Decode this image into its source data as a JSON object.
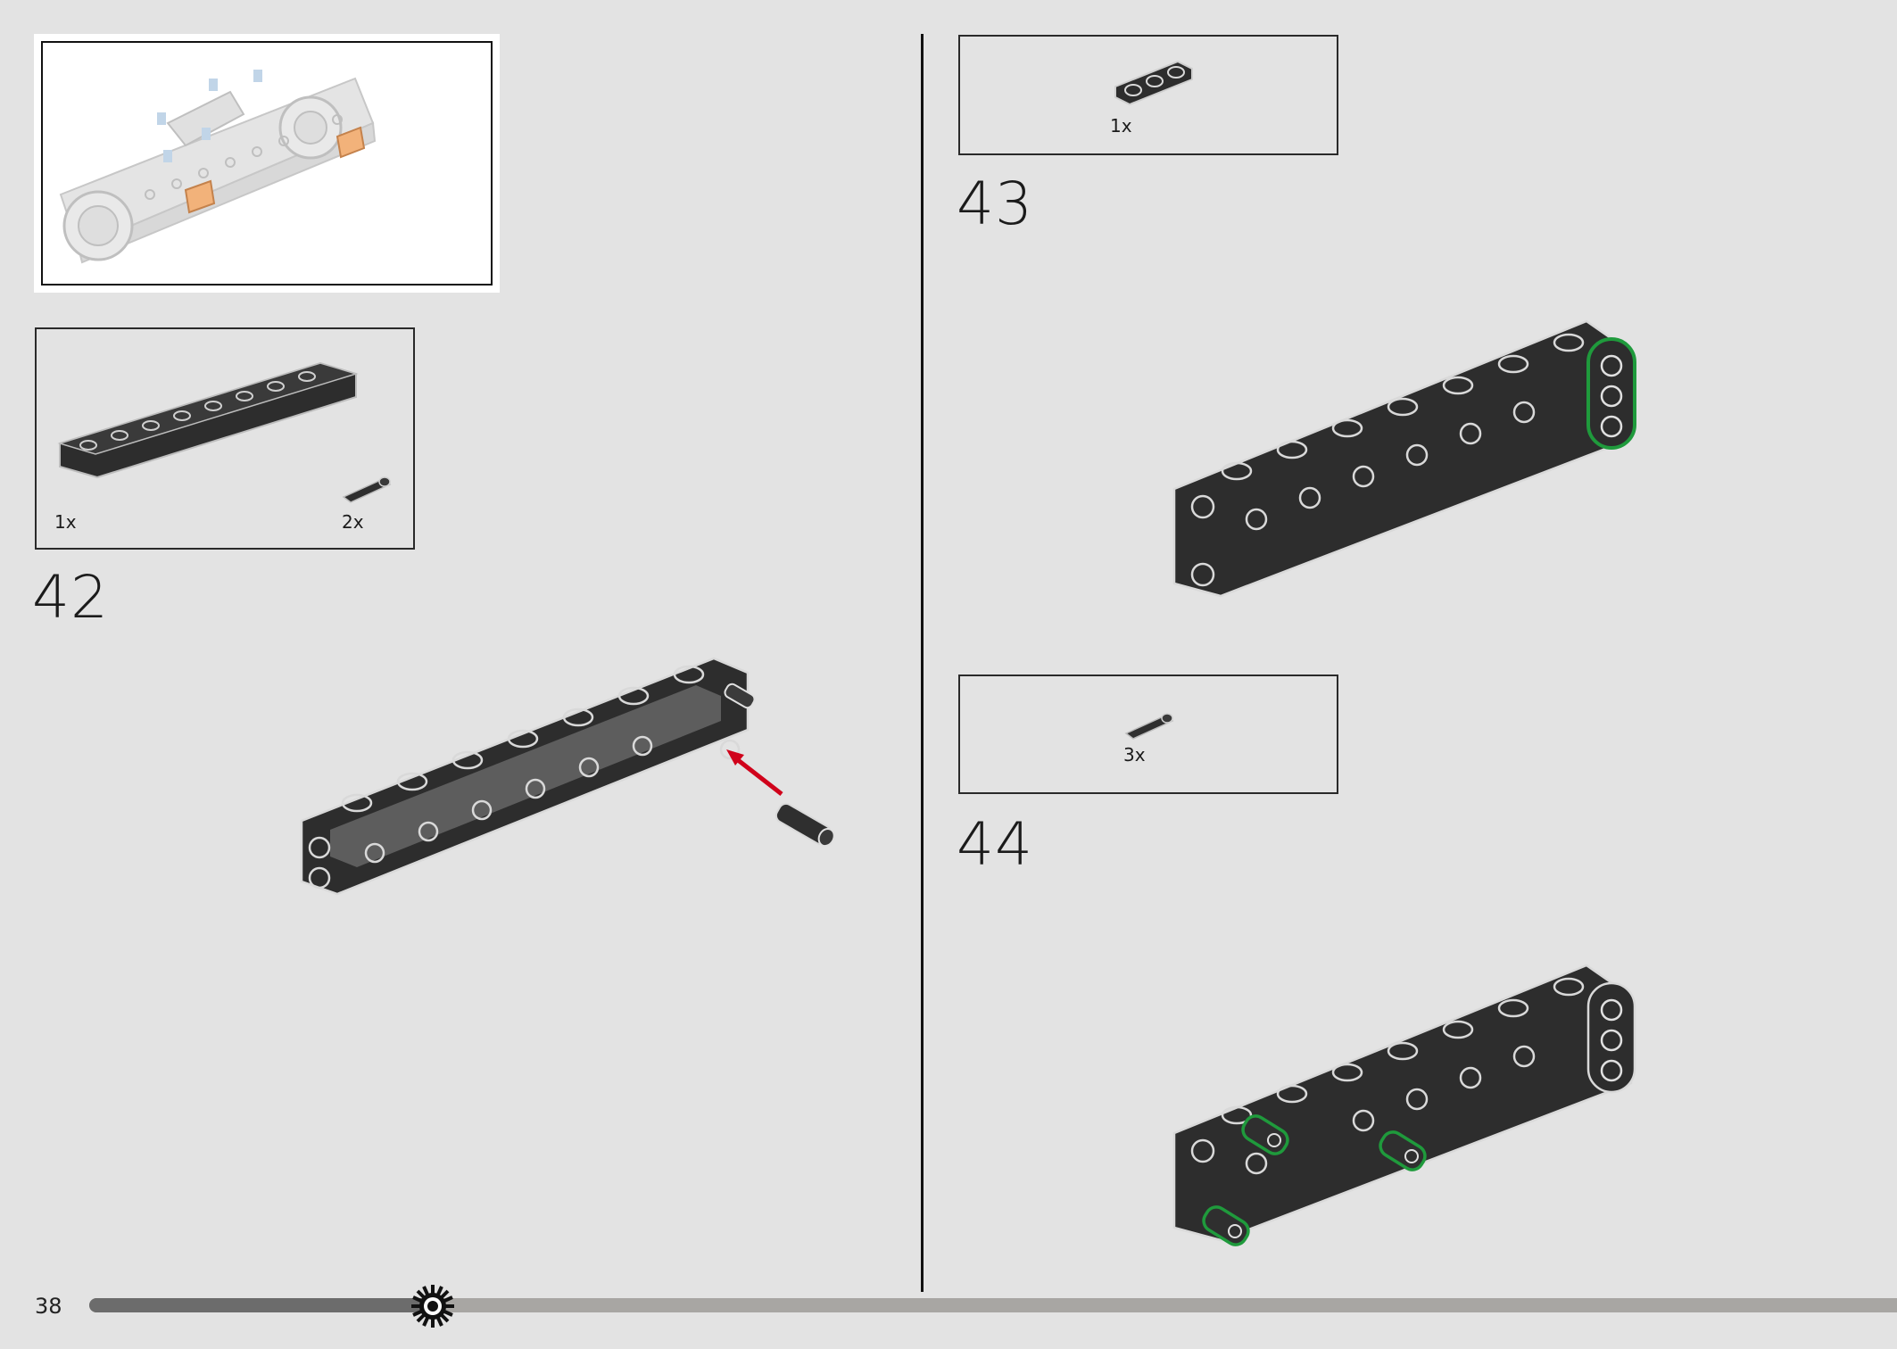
{
  "page": {
    "number": "38"
  },
  "colors": {
    "background": "#e3e3e3",
    "beam": "#2d2d2d",
    "beam_outline": "#d9d9d9",
    "highlight_green": "#1f9a3c",
    "arrow_red": "#d0021b",
    "progress_done": "#6c6c6c",
    "progress_remaining": "#a8a6a3"
  },
  "progress": {
    "fraction_complete": 0.19
  },
  "preview": {
    "label": "sub-model overview",
    "icon": "model-preview-image"
  },
  "steps": [
    {
      "number": "42",
      "parts": [
        {
          "name": "frame-beam",
          "qty": "1x"
        },
        {
          "name": "pin-with-friction",
          "qty": "2x"
        }
      ]
    },
    {
      "number": "43",
      "parts": [
        {
          "name": "beam-3",
          "qty": "1x"
        }
      ]
    },
    {
      "number": "44",
      "parts": [
        {
          "name": "pin-with-friction",
          "qty": "3x"
        }
      ]
    }
  ]
}
